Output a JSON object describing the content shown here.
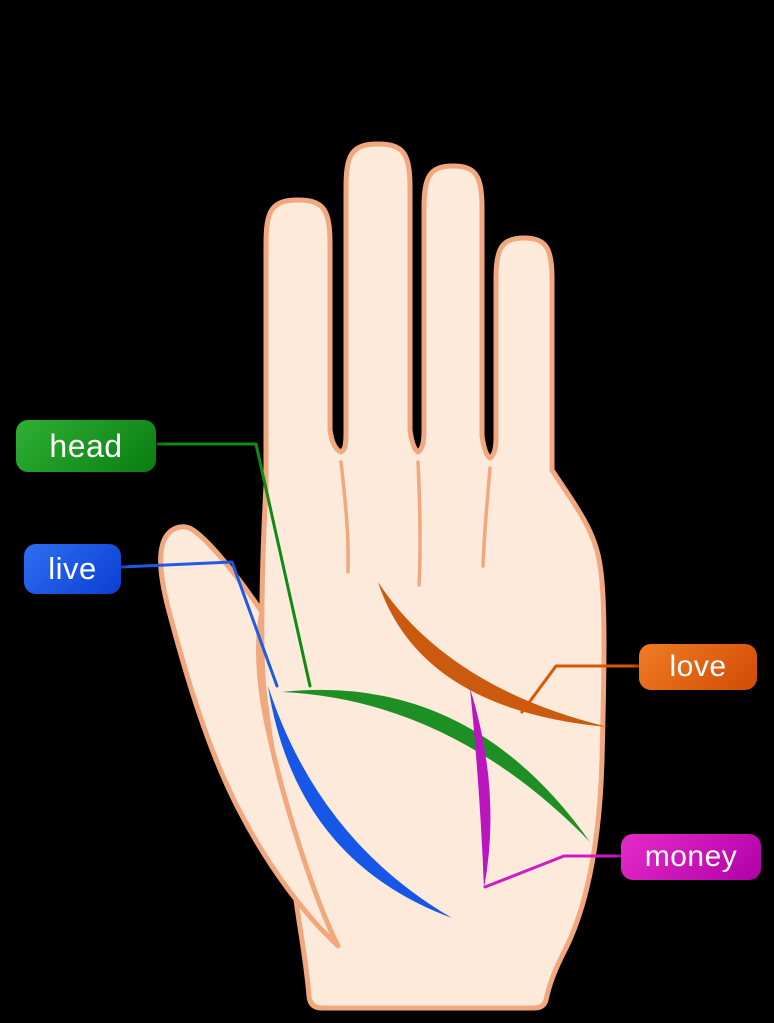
{
  "diagram": {
    "type": "palmistry-hand-diagram",
    "background": "#000000",
    "hand": {
      "skin": "#fdeada",
      "outline": "#f2a87e"
    },
    "labels": {
      "head": {
        "text": "head",
        "color": "#149a1b",
        "line_color": "#0f8a14"
      },
      "live": {
        "text": "live",
        "color": "#1a53e0",
        "line_color": "#1f5ae6"
      },
      "love": {
        "text": "love",
        "color": "#dd5a0d",
        "line_color": "#d85708"
      },
      "money": {
        "text": "money",
        "color": "#cc17c0",
        "line_color": "#cc1cc2"
      }
    },
    "palm_lines": {
      "head": "#1d8f25",
      "live": "#1757e8",
      "love": "#cc5a0e",
      "money": "#bb16bd"
    }
  }
}
